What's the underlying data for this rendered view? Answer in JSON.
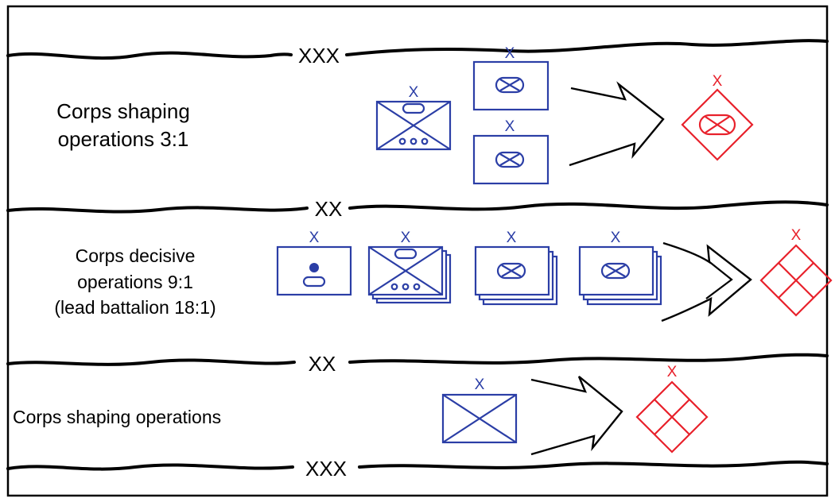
{
  "colors": {
    "friendly": "#2b3ea6",
    "enemy": "#e8212b",
    "line": "#000000"
  },
  "boundaries": {
    "top": "XXX",
    "upper_middle": "XX",
    "lower_middle": "XX",
    "bottom": "XXX"
  },
  "zones": [
    {
      "name": "shaping-1",
      "label_lines": [
        "Corps shaping",
        "operations 3:1"
      ],
      "friendly_units": [
        {
          "echelon": "X",
          "type": "armor-cavalry-composite"
        },
        {
          "echelon": "X",
          "type": "armor"
        },
        {
          "echelon": "X",
          "type": "armor"
        }
      ],
      "enemy": {
        "echelon": "X",
        "type": "armor"
      }
    },
    {
      "name": "decisive",
      "label_lines": [
        "Corps decisive",
        "operations 9:1",
        "(lead battalion 18:1)"
      ],
      "friendly_units": [
        {
          "echelon": "X",
          "type": "artillery-armor"
        },
        {
          "echelon": "X",
          "type": "armor-cavalry-composite"
        },
        {
          "echelon": "X",
          "type": "armor"
        },
        {
          "echelon": "X",
          "type": "armor"
        }
      ],
      "enemy": {
        "echelon": "X",
        "type": "infantry-grid"
      }
    },
    {
      "name": "shaping-2",
      "label_lines": [
        "Corps shaping operations"
      ],
      "friendly_units": [
        {
          "echelon": "X",
          "type": "infantry"
        }
      ],
      "enemy": {
        "echelon": "X",
        "type": "infantry-grid"
      }
    }
  ]
}
